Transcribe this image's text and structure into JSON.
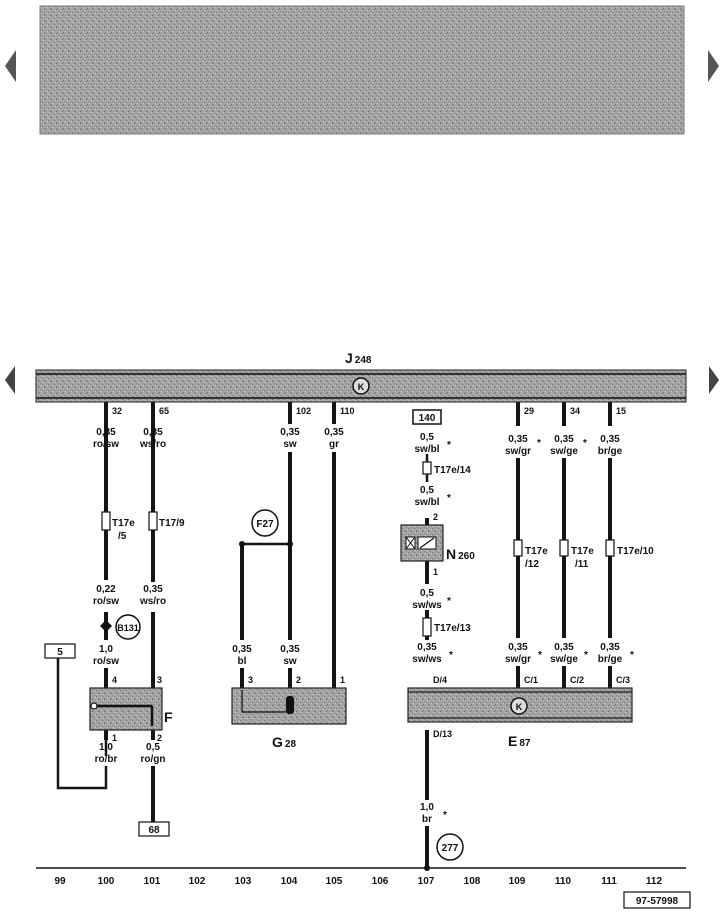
{
  "colors": {
    "wire": "#151515",
    "panel": "#a9a9a9",
    "ink": "#111111",
    "background": "#ffffff"
  },
  "control_unit": {
    "name": "J",
    "number": "248",
    "symbol": "K"
  },
  "wires": [
    {
      "pin": "32",
      "gauge": "0,35",
      "color": "ro/sw"
    },
    {
      "pin": "65",
      "gauge": "0,35",
      "color": "ws/ro"
    },
    {
      "pin": "102",
      "gauge": "0,35",
      "color": "sw"
    },
    {
      "pin": "110",
      "gauge": "0,35",
      "color": "gr"
    },
    {
      "pin": "29",
      "gauge": "0,35",
      "color": "sw/gr",
      "star": "*"
    },
    {
      "pin": "34",
      "gauge": "0,35",
      "color": "sw/ge",
      "star": "*"
    },
    {
      "pin": "15",
      "gauge": "0,35",
      "color": "br/ge"
    }
  ],
  "connectors": {
    "t17e5": {
      "name": "T17e",
      "pin": "/5"
    },
    "t17_9": "T17/9",
    "t17e14": "T17e/14",
    "t17e13": "T17e/13",
    "t17e12": {
      "name": "T17e",
      "pin": "/12"
    },
    "t17e11": {
      "name": "T17e",
      "pin": "/11"
    },
    "t17e10": "T17e/10"
  },
  "col100": {
    "lower_gauge": "0,22",
    "lower_color": "ro/sw",
    "splice": "B131",
    "split_gauge": "1,0",
    "split_color": "ro/sw",
    "pin_f": "4",
    "bottom_pin": "1",
    "bottom_gauge": "1,0",
    "bottom_color": "ro/br"
  },
  "col101": {
    "lower_gauge": "0,35",
    "lower_color": "ws/ro",
    "pin_f": "3",
    "bottom_pin": "2",
    "bottom_gauge": "0,5",
    "bottom_color": "ro/gn"
  },
  "refs": {
    "ref5": "5",
    "ref68": "68",
    "ref140": "140",
    "ref277": "277"
  },
  "switch_f": {
    "name": "F"
  },
  "fuse": {
    "name": "F27"
  },
  "sensor": {
    "name": "G",
    "number": "28",
    "left_gauge": "0,35",
    "left_color": "bl",
    "mid_gauge": "0,35",
    "mid_color": "sw",
    "pin3": "3",
    "pin2": "2",
    "pin1": "1"
  },
  "valve": {
    "name": "N",
    "number": "260",
    "pin_top": "2",
    "pin_bottom": "1"
  },
  "col107": {
    "w1_gauge": "0,5",
    "w1_color": "sw/bl",
    "w2_gauge": "0,5",
    "w2_color": "sw/bl",
    "w3_gauge": "0,5",
    "w3_color": "sw/ws",
    "w4_gauge": "0,35",
    "w4_color": "sw/ws",
    "pin_in": "D/4",
    "pin_out": "D/13",
    "w5_gauge": "1,0",
    "w5_color": "br",
    "star": "*"
  },
  "lower_labels": {
    "c109": {
      "gauge": "0,35",
      "color": "sw/gr"
    },
    "c110": {
      "gauge": "0,35",
      "color": "sw/ge"
    },
    "c111": {
      "gauge": "0,35",
      "color": "br/ge"
    }
  },
  "cluster": {
    "name": "E",
    "number": "87",
    "symbol": "K",
    "pins": [
      "C/1",
      "C/2",
      "C/3"
    ]
  },
  "column_numbers": [
    "99",
    "100",
    "101",
    "102",
    "103",
    "104",
    "105",
    "106",
    "107",
    "108",
    "109",
    "110",
    "111",
    "112"
  ],
  "doc_code": "97-57998"
}
